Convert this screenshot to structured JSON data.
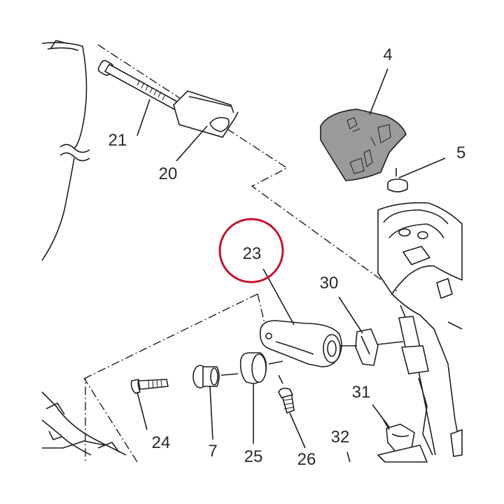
{
  "diagram": {
    "callouts": [
      {
        "key": "c4",
        "label": "4"
      },
      {
        "key": "c5",
        "label": "5"
      },
      {
        "key": "c20",
        "label": "20"
      },
      {
        "key": "c21",
        "label": "21"
      },
      {
        "key": "c23",
        "label": "23"
      },
      {
        "key": "c30",
        "label": "30"
      },
      {
        "key": "c31",
        "label": "31"
      },
      {
        "key": "c32",
        "label": "32"
      },
      {
        "key": "c24",
        "label": "24"
      },
      {
        "key": "c7",
        "label": "7"
      },
      {
        "key": "c25",
        "label": "25"
      },
      {
        "key": "c26",
        "label": "26"
      }
    ],
    "highlight": {
      "label": "23",
      "color": "#c8102e"
    },
    "colors": {
      "line": "#1e1e1e",
      "cover_fill": "#9a9a9a",
      "label": "#2a2a2a"
    }
  }
}
